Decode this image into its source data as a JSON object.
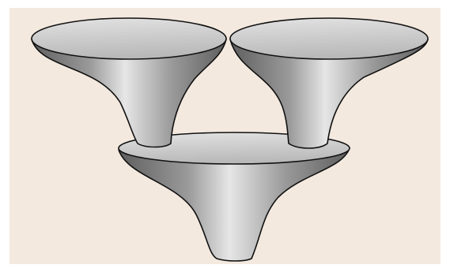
{
  "figure": {
    "subject": "three-funnels",
    "colors": {
      "background": "#f3e9df",
      "outline": "#111111",
      "metal_dark": "#5e5e5e",
      "metal_mid": "#9a9a9a",
      "metal_light": "#e6e6e6",
      "rim_top": "#e2e2e2",
      "rim_bottom": "#b8b8b8"
    },
    "funnels": [
      {
        "id": "left-funnel",
        "label": ""
      },
      {
        "id": "right-funnel",
        "label": ""
      },
      {
        "id": "bottom-funnel",
        "label": ""
      }
    ]
  }
}
